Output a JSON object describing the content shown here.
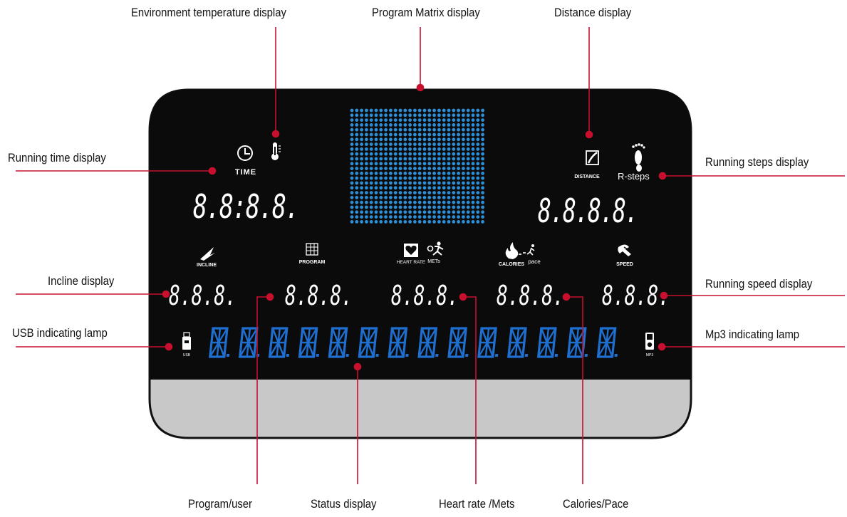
{
  "callouts": {
    "env_temp": "Environment temperature display",
    "matrix": "Program Matrix display",
    "distance": "Distance display",
    "running_time": "Running time display",
    "running_steps": "Running steps display",
    "incline": "Incline display",
    "running_speed": "Running speed display",
    "usb_lamp": "USB indicating lamp",
    "mp3_lamp": "Mp3 indicating lamp",
    "program_user": "Program/user",
    "status": "Status display",
    "heart_rate": "Heart rate /Mets",
    "calories": "Calories/Pace"
  },
  "console": {
    "time_label": "TIME",
    "distance_label": "DISTANCE",
    "rsteps_label": "R-steps",
    "incline_label": "INCLINE",
    "program_label": "PROGRAM",
    "heart_rate_label": "HEART RATE",
    "mets_label": "METs",
    "calories_label": "CALORIES",
    "pace_label": "pace",
    "speed_label": "SPEED",
    "usb_label": "USB",
    "mp3_label": "MP3",
    "time_digits": "8.8:8.8.",
    "steps_digits": "8.8.8.8.",
    "small_digits": "8.8.8.",
    "status_char": "8."
  },
  "colors": {
    "panel": "#0b0b0b",
    "bezel": "#c8c8c8",
    "matrix_dot": "#2f8fd6",
    "status_segment": "#1f6fd0",
    "leader": "#c8102e",
    "digit": "#ffffff"
  }
}
